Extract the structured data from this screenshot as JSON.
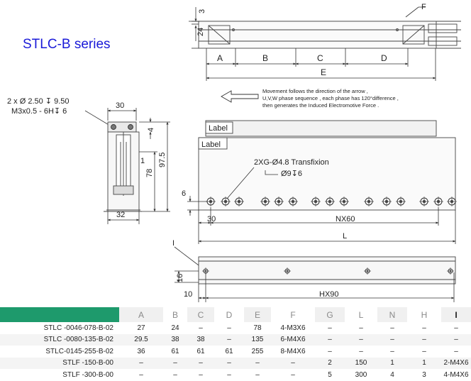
{
  "title": "STLC-B series",
  "top_view": {
    "dims": {
      "a": "A",
      "b": "B",
      "c": "C",
      "d": "D",
      "e": "E",
      "height_3": "3",
      "height_24": "24"
    },
    "callout_f": "F"
  },
  "side_view": {
    "label_small": "Label",
    "label_large": "Label",
    "movement_note": {
      "line1": "Movement follows the direction of the arrow ,",
      "line2": "U,V,W phase sequence , each phase has 120°difference ,",
      "line3": "then generates the Induced Electromotive Force ."
    },
    "transfixion_label": "2XG-Ø4.8 Transfixion",
    "counterbore_label": "Ø9↧6",
    "dims": {
      "height_6": "6",
      "offset_30": "30",
      "pitch": "NX60",
      "length": "L"
    }
  },
  "cross_section": {
    "hole_line1": "2 x Ø 2.50 ↧ 9.50",
    "hole_line2": "M3x0.5 - 6H↧ 6",
    "dims": {
      "width_top": "30",
      "width_bottom": "32",
      "height_total": "97.5",
      "height_78": "78",
      "height_4": "4",
      "value_1": "1"
    }
  },
  "base_view": {
    "callout_i": "I",
    "dims": {
      "height_16": "16",
      "offset_10": "10",
      "pitch": "HX90"
    }
  },
  "spec_table": {
    "headers": [
      "",
      "A",
      "B",
      "C",
      "D",
      "E",
      "F",
      "G",
      "L",
      "N",
      "H",
      "I"
    ],
    "rows": [
      [
        "STLC -0046-078-B-02",
        "27",
        "24",
        "–",
        "–",
        "78",
        "4-M3X6",
        "–",
        "–",
        "–",
        "–",
        "–"
      ],
      [
        "STLC -0080-135-B-02",
        "29.5",
        "38",
        "38",
        "–",
        "135",
        "6-M4X6",
        "–",
        "–",
        "–",
        "–",
        "–"
      ],
      [
        "STLC-0145-255-B-02",
        "36",
        "61",
        "61",
        "61",
        "255",
        "8-M4X6",
        "–",
        "–",
        "–",
        "–",
        "–"
      ],
      [
        "STLF -150-B-00",
        "–",
        "–",
        "–",
        "–",
        "–",
        "–",
        "2",
        "150",
        "1",
        "1",
        "2-M4X6"
      ],
      [
        "STLF -300-B-00",
        "–",
        "–",
        "–",
        "–",
        "–",
        "–",
        "5",
        "300",
        "4",
        "3",
        "4-M4X6"
      ]
    ]
  }
}
